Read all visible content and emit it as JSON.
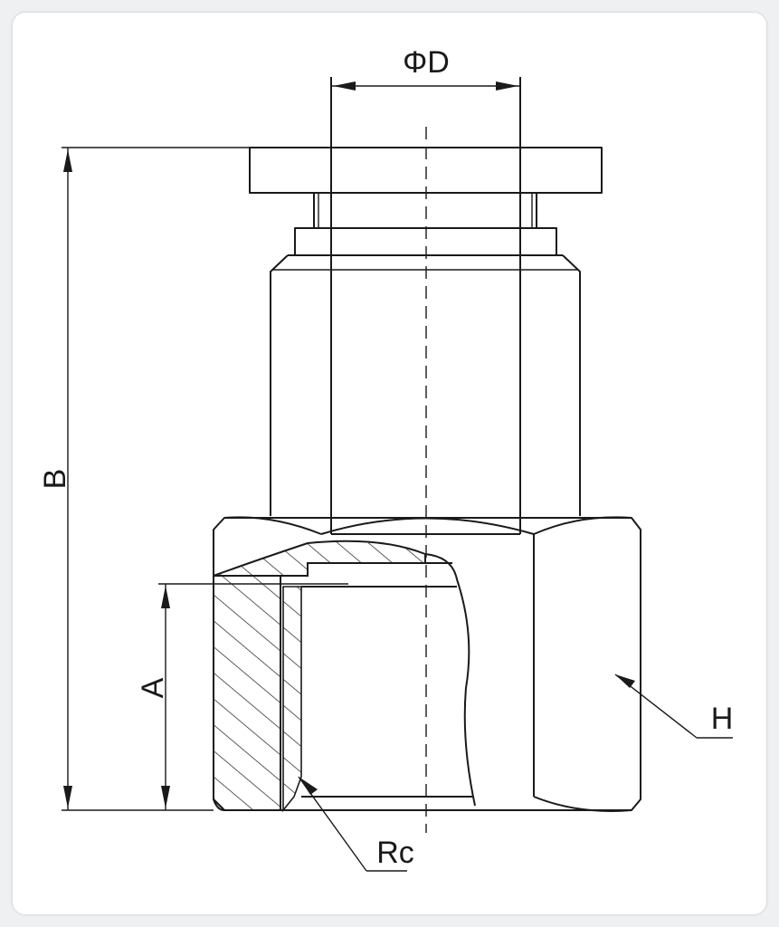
{
  "drawing": {
    "labels": {
      "phi_d": "ΦD",
      "b": "B",
      "a": "A",
      "h": "H",
      "rc": "Rc"
    },
    "line_color": "#1a1a1a",
    "background": "#ffffff"
  }
}
